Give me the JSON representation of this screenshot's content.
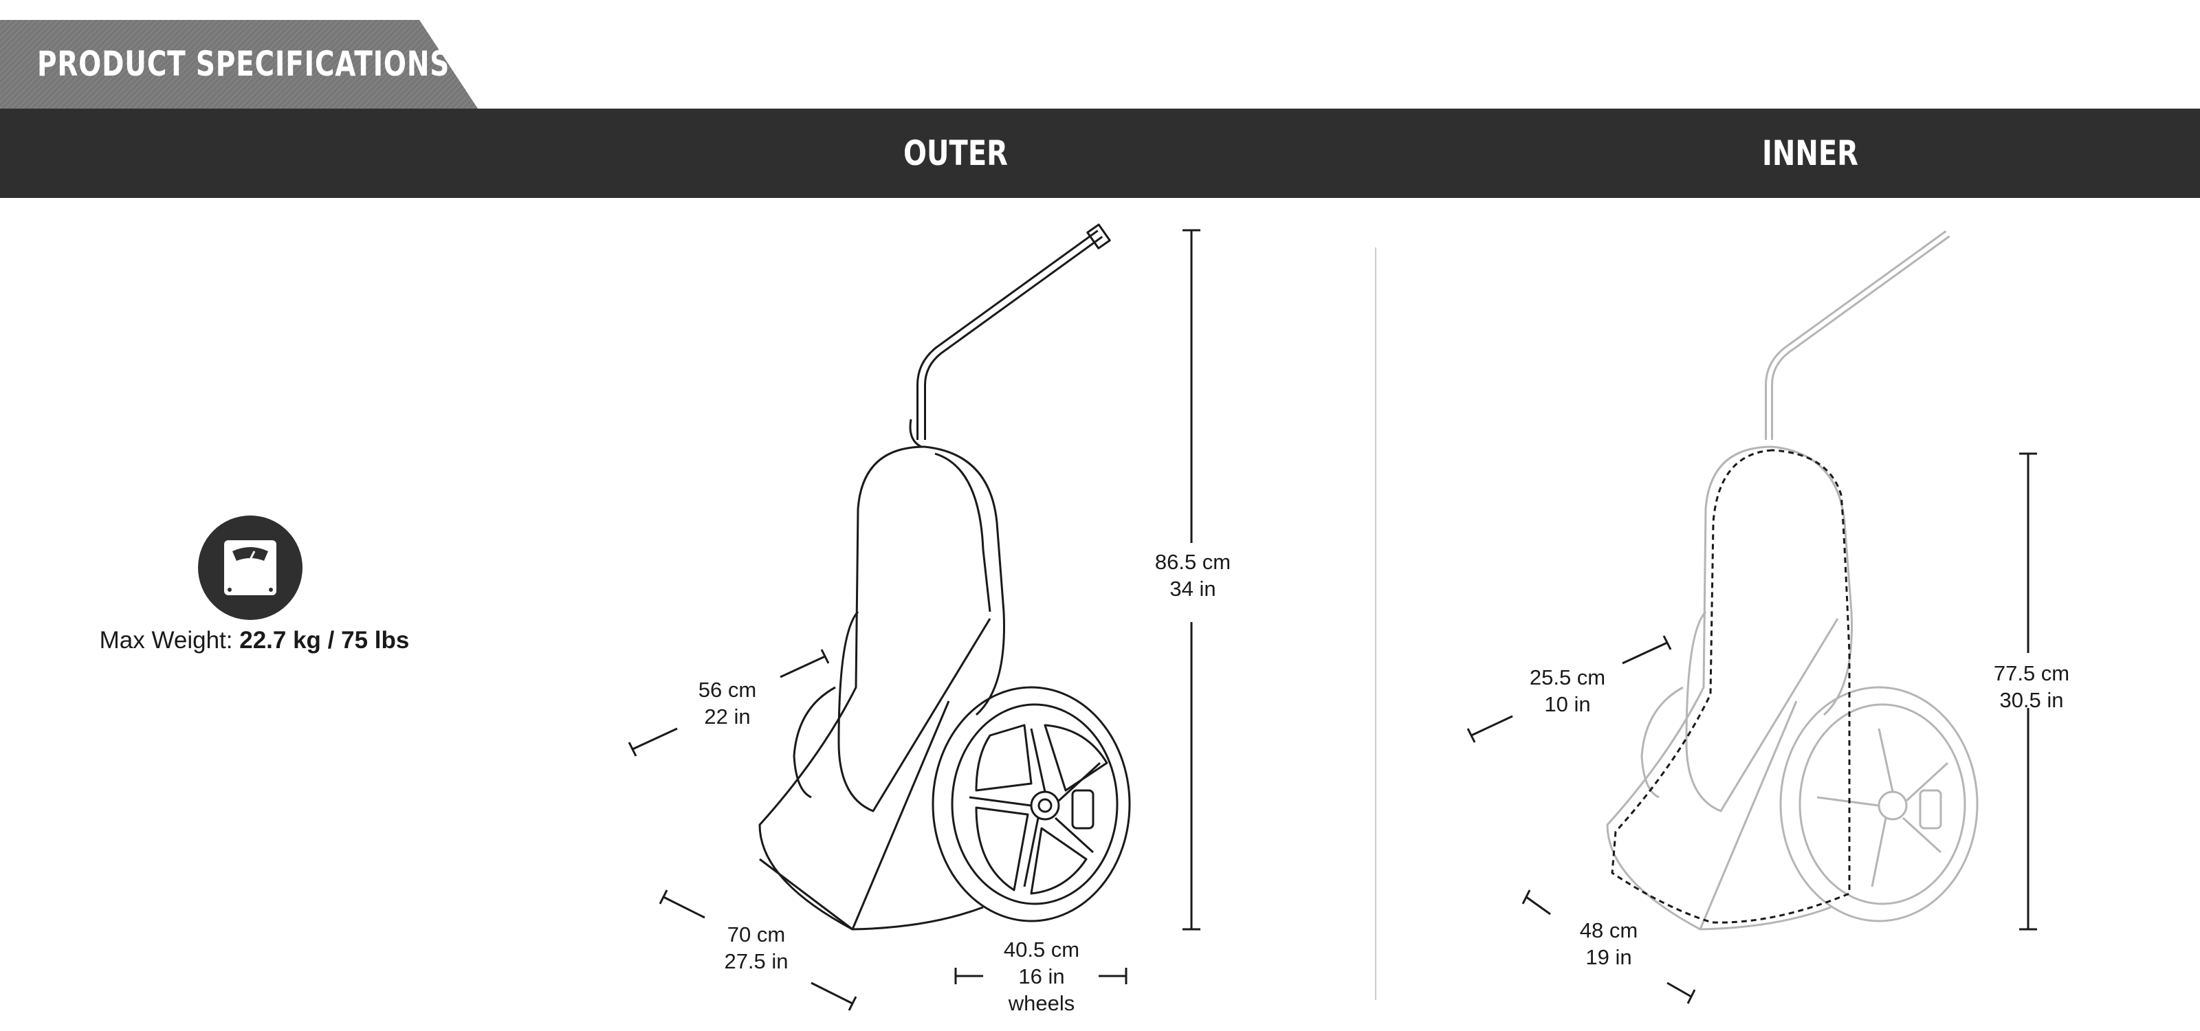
{
  "header": {
    "title": "PRODUCT SPECIFICATIONS"
  },
  "columns": {
    "outer": "OUTER",
    "inner": "INNER"
  },
  "weight": {
    "label": "Max Weight:",
    "value": "22.7 kg / 75 lbs"
  },
  "colors": {
    "dark_bar": "#2f2f2f",
    "title_tab": "#7a7a7a"
  },
  "outer_dims": {
    "height": {
      "metric": "86.5 cm",
      "imperial": "34 in"
    },
    "width": {
      "metric": "56 cm",
      "imperial": "22 in"
    },
    "depth": {
      "metric": "70 cm",
      "imperial": "27.5 in"
    },
    "wheels": {
      "metric": "40.5 cm",
      "imperial": "16 in",
      "note": "wheels"
    }
  },
  "inner_dims": {
    "height": {
      "metric": "77.5 cm",
      "imperial": "30.5 in"
    },
    "width": {
      "metric": "25.5 cm",
      "imperial": "10 in"
    },
    "depth": {
      "metric": "48 cm",
      "imperial": "19 in"
    }
  },
  "icons": {
    "weight": "scale-icon"
  }
}
